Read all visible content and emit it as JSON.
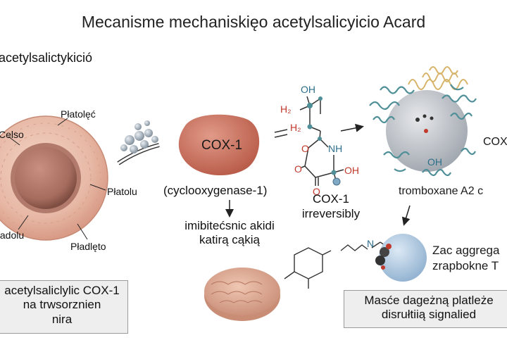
{
  "title": "Mecanisme mechaniskięo acetylsalicyicio Acard",
  "subtitle": "acetylsalictykició",
  "platelet_labels": {
    "top_left": "Celso",
    "top": "Płatolęć",
    "right": "Płatolu",
    "bottom_left": "Iadolu",
    "bottom_right": "Pładlęto"
  },
  "enzyme": {
    "name": "COX-1",
    "full_name": "(cyclooxygenase-1)",
    "effect_line1": "imibitećsnic akidi",
    "effect_line2": "katirą cąkią"
  },
  "molecule_atoms": {
    "oh_top": "OH",
    "h2_top": "H₂",
    "h2_mid": "H₂",
    "o_ring": "O",
    "nh": "NH",
    "o_left": "O",
    "o_bottom": "O",
    "oh_right": "OH"
  },
  "inhibition": {
    "line1": "COX-1",
    "line2": "irreversibly"
  },
  "protein": {
    "label": "COX",
    "oh": "OH"
  },
  "thromboxane_label": "tromboxane A2 c",
  "small_molecule": {
    "n": "N"
  },
  "aggregation": {
    "line1": "Zac aggrega",
    "line2": "zrapbokne T"
  },
  "left_box": {
    "line1": "acetylsaliclylic COX-1",
    "line2": "na trwsorznien",
    "line3": "nira"
  },
  "right_box": {
    "line1": "Masće dageżną platleże",
    "line2": "disrułtiią signalied"
  },
  "colors": {
    "platelet": "#e7b8a5",
    "platelet_core": "#a66d5e",
    "enzyme": "#c9705f",
    "protein_sphere": "#c5c9cf",
    "helix_teal": "#4f8f98",
    "helix_gold": "#d7b46a",
    "red_atom": "#c0392b",
    "blue_atom": "#2d6f8a"
  }
}
